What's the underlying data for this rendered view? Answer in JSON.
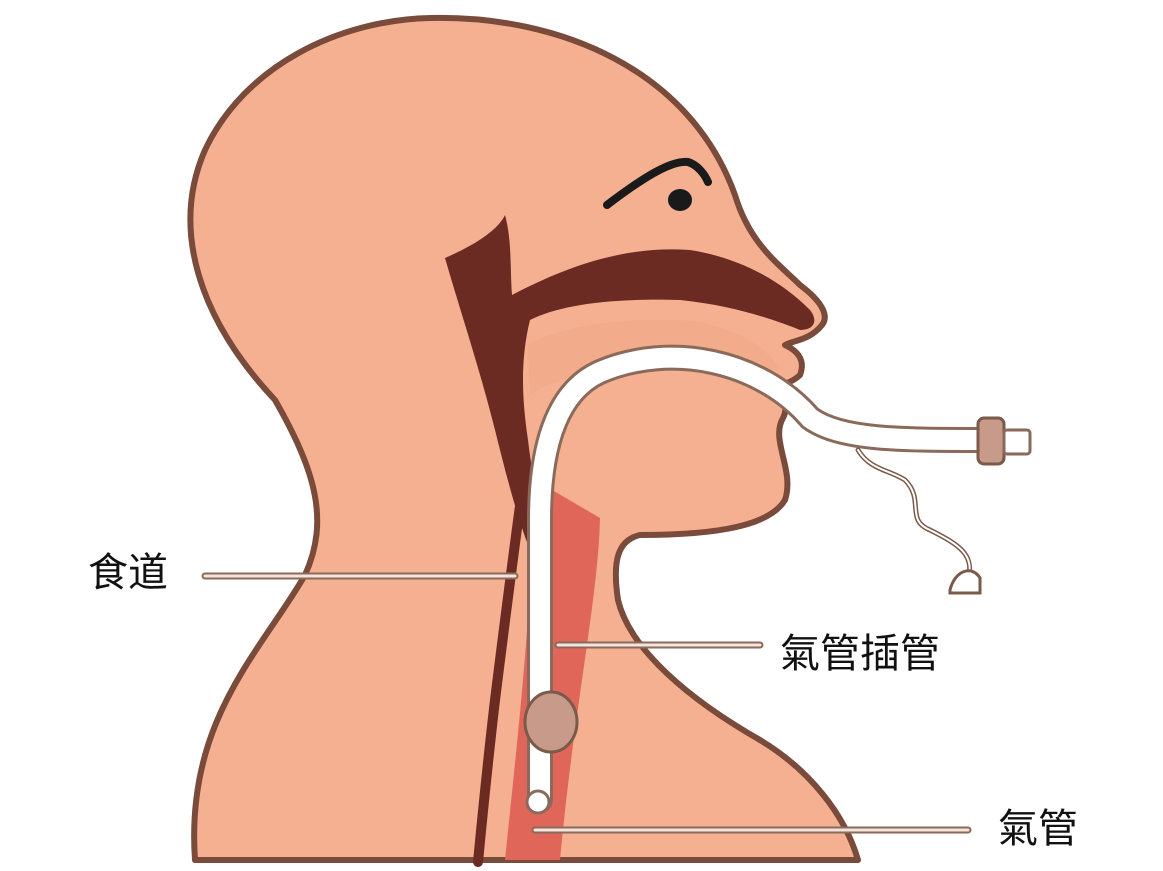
{
  "labels": {
    "esophagus": "食道",
    "endotracheal_tube": "氣管插管",
    "trachea": "氣管"
  },
  "colors": {
    "skin": "#F4B090",
    "outline": "#7A4A3A",
    "cavity": "#6B2A22",
    "trachea": "#E0665A",
    "tube": "#FFFFFF",
    "cuff": "#C89A8A",
    "leader": "#C8A090"
  }
}
